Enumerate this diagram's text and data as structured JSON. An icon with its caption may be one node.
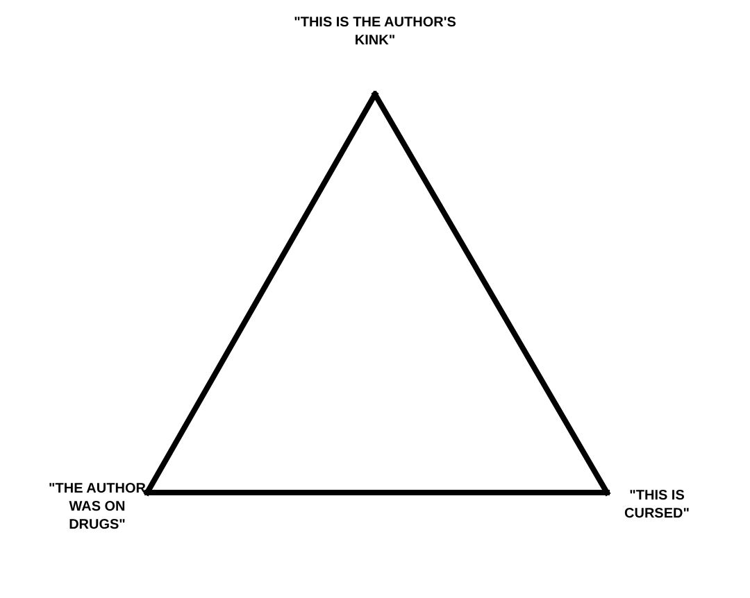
{
  "diagram": {
    "nodes": [
      {
        "text": [
          "\"THIS IS THE AUTHOR'S KINK\""
        ]
      },
      {
        "text": [
          "\"THE AUTHOR WAS ON DRUGS\""
        ]
      },
      {
        "text": [
          "\"THIS IS CURSED\""
        ]
      }
    ],
    "edges": [
      {
        "from": 0,
        "to": 1,
        "arrow": "none"
      },
      {
        "from": 1,
        "to": 2,
        "arrow": "none"
      },
      {
        "from": 2,
        "to": 0,
        "arrow": "none"
      }
    ]
  }
}
